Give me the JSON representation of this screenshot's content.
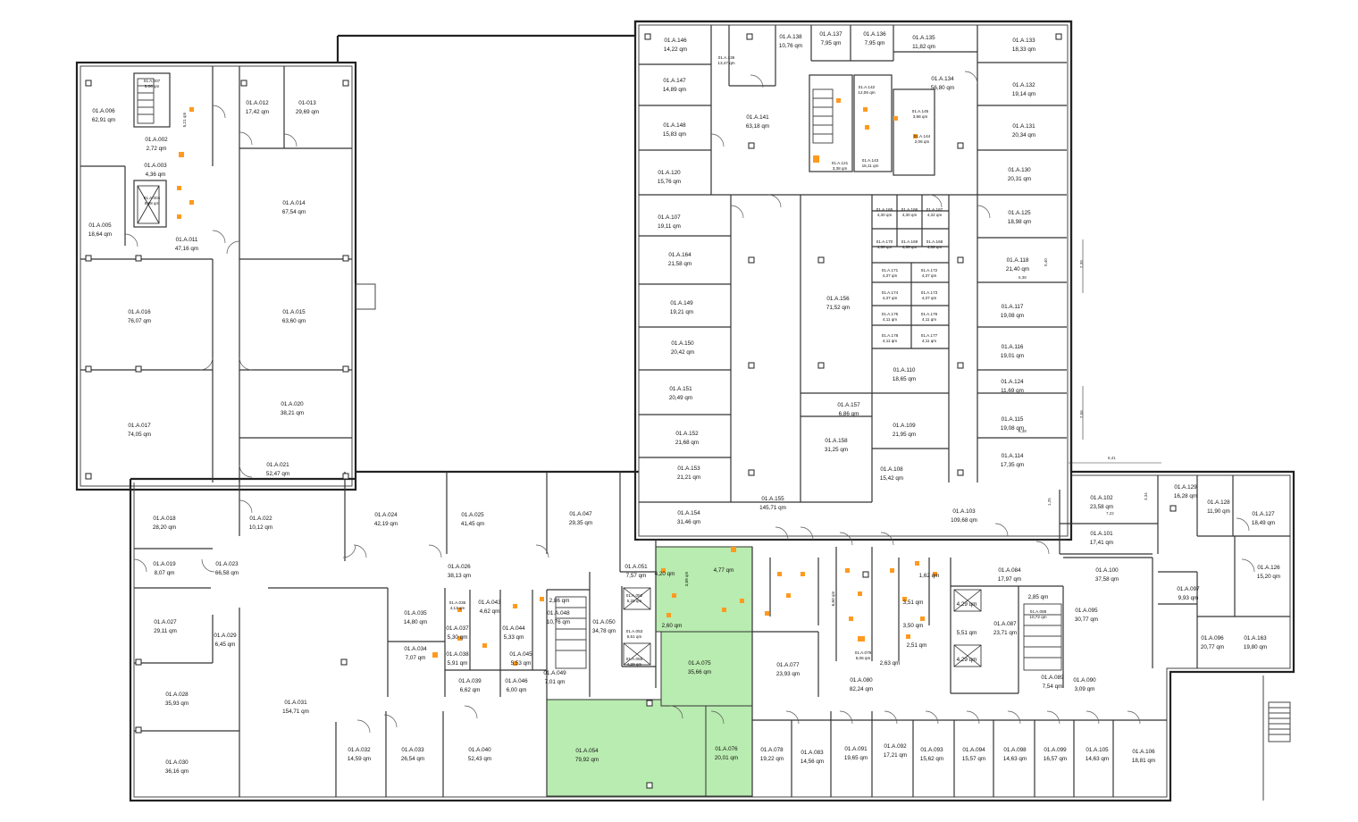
{
  "plan": {
    "rooms": [
      {
        "id": "01.A.006",
        "area": "62,91 qm"
      },
      {
        "id": "01.A.007",
        "area": "5,06 qm"
      },
      {
        "id": "01.A.002",
        "area": "2,72 qm"
      },
      {
        "id": "01.A.003",
        "area": "4,36 qm"
      },
      {
        "id": "01.A.004",
        "area": "5,68 qm"
      },
      {
        "id": "01.A.005",
        "area": "18,64 qm"
      },
      {
        "id": "01.A.011",
        "area": "47,16 qm"
      },
      {
        "id": "01.A.012",
        "area": "17,42 qm"
      },
      {
        "id": "01-013",
        "area": "29,69 qm"
      },
      {
        "id": "01.A.014",
        "area": "67,54 qm"
      },
      {
        "id": "01.A.015",
        "area": "63,60 qm"
      },
      {
        "id": "01.A.016",
        "area": "76,07 qm"
      },
      {
        "id": "01.A.017",
        "area": "74,05 qm"
      },
      {
        "id": "01.A.020",
        "area": "38,21 qm"
      },
      {
        "id": "01.A.021",
        "area": "52,47 qm"
      },
      {
        "id": "01.A.018",
        "area": "28,20 qm"
      },
      {
        "id": "01.A.022",
        "area": "10,12 qm"
      },
      {
        "id": "01.A.019",
        "area": "8,07 qm"
      },
      {
        "id": "01.A.023",
        "area": "66,58 qm"
      },
      {
        "id": "01.A.024",
        "area": "42,19 qm"
      },
      {
        "id": "01.A.025",
        "area": "41,45 qm"
      },
      {
        "id": "01.A.047",
        "area": "29,35 qm"
      },
      {
        "id": "01.A.026",
        "area": "38,13 qm"
      },
      {
        "id": "01.A.027",
        "area": "29,11 qm"
      },
      {
        "id": "01.A.029",
        "area": "6,45 qm"
      },
      {
        "id": "01.A.028",
        "area": "35,93 qm"
      },
      {
        "id": "01.A.030",
        "area": "36,16 qm"
      },
      {
        "id": "01.A.031",
        "area": "154,71 qm"
      },
      {
        "id": "01.A.035",
        "area": "14,80 qm"
      },
      {
        "id": "01.A.034",
        "area": "7,07 qm"
      },
      {
        "id": "01.A.036",
        "area": "4,13 qm"
      },
      {
        "id": "01.A.037",
        "area": "5,30 qm"
      },
      {
        "id": "01.A.038",
        "area": "5,91 qm"
      },
      {
        "id": "01.A.043",
        "area": "4,62 qm"
      },
      {
        "id": "01.A.044",
        "area": "5,33 qm"
      },
      {
        "id": "01.A.045",
        "area": "5,53 qm"
      },
      {
        "id": "01.A.039",
        "area": "6,62 qm"
      },
      {
        "id": "01.A.046",
        "area": "6,00 qm"
      },
      {
        "id": "01.A.032",
        "area": "14,59 qm"
      },
      {
        "id": "01.A.033",
        "area": "26,54 qm"
      },
      {
        "id": "01.A.040",
        "area": "52,43 qm"
      },
      {
        "id": "01.A.048",
        "area": "10,76 qm"
      },
      {
        "id": "01.A.049",
        "area": "7,01 qm"
      },
      {
        "id": "01.A.050",
        "area": "34,78 qm"
      },
      {
        "id": "01.A.051",
        "area": "7,57 qm"
      },
      {
        "id": "01.A.052",
        "area": "5,29 qm"
      },
      {
        "id": "01.A.053",
        "area": "5,51 qm"
      },
      {
        "id": "01.A.055",
        "area": "4,29 qm"
      },
      {
        "id": "01.A.054",
        "area": "79,92 qm"
      },
      {
        "id": "01.A.075",
        "area": "35,66 qm"
      },
      {
        "id": "01.A.076",
        "area": "20,01 qm"
      },
      {
        "id": "01.A.077",
        "area": "23,93 qm"
      },
      {
        "id": "01.A.078",
        "area": "19,22 qm"
      },
      {
        "id": "01.A.080",
        "area": "82,24 qm"
      },
      {
        "id": "01.A.079",
        "area": "6,06 qm"
      },
      {
        "id": "01.A.083",
        "area": "14,56 qm"
      },
      {
        "id": "01.A.091",
        "area": "19,65 qm"
      },
      {
        "id": "01.A.092",
        "area": "17,21 qm"
      },
      {
        "id": "01.A.093",
        "area": "15,62 qm"
      },
      {
        "id": "01.A.094",
        "area": "15,57 qm"
      },
      {
        "id": "01.A.098",
        "area": "14,63 qm"
      },
      {
        "id": "01.A.099",
        "area": "16,57 qm"
      },
      {
        "id": "01.A.105",
        "area": "14,63 qm"
      },
      {
        "id": "01.A.106",
        "area": "18,81 qm"
      },
      {
        "id": "01.A.084",
        "area": "17,97 qm"
      },
      {
        "id": "01.A.087",
        "area": "23,71 qm"
      },
      {
        "id": "01.A.088",
        "area": "10,72 qm"
      },
      {
        "id": "01.A.089",
        "area": "7,54 qm"
      },
      {
        "id": "01.A.090",
        "area": "3,09 qm"
      },
      {
        "id": "01.A.095",
        "area": "30,77 qm"
      },
      {
        "id": "01.A.100",
        "area": "37,58 qm"
      },
      {
        "id": "01.A.101",
        "area": "17,41 qm"
      },
      {
        "id": "01.A.102",
        "area": "23,58 qm"
      },
      {
        "id": "01.A.129",
        "area": "16,28 qm"
      },
      {
        "id": "01.A.128",
        "area": "11,90 qm"
      },
      {
        "id": "01.A.127",
        "area": "18,49 qm"
      },
      {
        "id": "01.A.126",
        "area": "15,20 qm"
      },
      {
        "id": "01.A.097",
        "area": "9,93 qm"
      },
      {
        "id": "01.A.096",
        "area": "20,77 qm"
      },
      {
        "id": "01.A.163",
        "area": "19,80 qm"
      },
      {
        "id": "01.A.103",
        "area": "109,68 qm"
      },
      {
        "id": "01.A.155",
        "area": "145,71 qm"
      },
      {
        "id": "01.A.154",
        "area": "31,46 qm"
      },
      {
        "id": "01.A.153",
        "area": "21,21 qm"
      },
      {
        "id": "01.A.152",
        "area": "21,68 qm"
      },
      {
        "id": "01.A.151",
        "area": "20,49 qm"
      },
      {
        "id": "01.A.150",
        "area": "20,42 qm"
      },
      {
        "id": "01.A.149",
        "area": "19,21 qm"
      },
      {
        "id": "01.A.164",
        "area": "21,58 qm"
      },
      {
        "id": "01.A.107",
        "area": "19,11 qm"
      },
      {
        "id": "01.A.120",
        "area": "15,76 qm"
      },
      {
        "id": "01.A.148",
        "area": "15,83 qm"
      },
      {
        "id": "01.A.147",
        "area": "14,89 qm"
      },
      {
        "id": "01.A.146",
        "area": "14,22 qm"
      },
      {
        "id": "01.A.139",
        "area": "13,47 qm"
      },
      {
        "id": "01.A.138",
        "area": "10,76 qm"
      },
      {
        "id": "01.A.137",
        "area": "7,95 qm"
      },
      {
        "id": "01.A.136",
        "area": "7,95 qm"
      },
      {
        "id": "01.A.135",
        "area": "11,82 qm"
      },
      {
        "id": "01.A.133",
        "area": "18,33 qm"
      },
      {
        "id": "01.A.134",
        "area": "56,80 qm"
      },
      {
        "id": "01.A.141",
        "area": "63,18 qm"
      },
      {
        "id": "01.A.142",
        "area": "12,06 qm"
      },
      {
        "id": "01.A.145",
        "area": "3,98 qm"
      },
      {
        "id": "01.A.144",
        "area": "2,06 qm"
      },
      {
        "id": "01.A.143",
        "area": "16,11 qm"
      },
      {
        "id": "01.A.121",
        "area": "3,38 qm"
      },
      {
        "id": "01.A.132",
        "area": "19,14 qm"
      },
      {
        "id": "01.A.131",
        "area": "20,34 qm"
      },
      {
        "id": "01.A.130",
        "area": "20,31 qm"
      },
      {
        "id": "01.A.125",
        "area": "18,98 qm"
      },
      {
        "id": "01.A.118",
        "area": "21,40 qm"
      },
      {
        "id": "01.A.117",
        "area": "19,08 qm"
      },
      {
        "id": "01.A.116",
        "area": "19,01 qm"
      },
      {
        "id": "01.A.124",
        "area": "11,69 qm"
      },
      {
        "id": "01.A.115",
        "area": "19,08 qm"
      },
      {
        "id": "01.A.114",
        "area": "17,35 qm"
      },
      {
        "id": "01.A.156",
        "area": "71,52 qm"
      },
      {
        "id": "01.A.157",
        "area": "6,86 qm"
      },
      {
        "id": "01.A.158",
        "area": "31,25 qm"
      },
      {
        "id": "01.A.110",
        "area": "18,65 qm"
      },
      {
        "id": "01.A.109",
        "area": "21,95 qm"
      },
      {
        "id": "01.A.108",
        "area": "15,42 qm"
      },
      {
        "id": "01.A.165",
        "area": "4,30 qm"
      },
      {
        "id": "01.A.166",
        "area": "4,30 qm"
      },
      {
        "id": "01.A.167",
        "area": "4,32 qm"
      },
      {
        "id": "01.A.170",
        "area": "4,30 qm"
      },
      {
        "id": "01.A.169",
        "area": "4,30 qm"
      },
      {
        "id": "01.A.168",
        "area": "4,32 qm"
      },
      {
        "id": "01.A.171",
        "area": "4,37 qm"
      },
      {
        "id": "01.A.172",
        "area": "4,37 qm"
      },
      {
        "id": "01.A.174",
        "area": "4,37 qm"
      },
      {
        "id": "01.A.173",
        "area": "4,37 qm"
      },
      {
        "id": "01.A.175",
        "area": "4,11 qm"
      },
      {
        "id": "01.A.176",
        "area": "4,11 qm"
      },
      {
        "id": "01.A.178",
        "area": "4,11 qm"
      },
      {
        "id": "01.A.177",
        "area": "4,11 qm"
      }
    ],
    "small_labels": {
      "a008": "5,21 qm",
      "a056": "4,20 qm",
      "a058": "3,89 qm",
      "a057": "4,77 qm",
      "a060": "2,60 qm",
      "a081": "3,51 qm",
      "a082": "3,50 qm",
      "a073": "1,62 qm",
      "a085": "2,51 qm",
      "a086": "2,63 qm",
      "a041": "2,86 qm",
      "a104": "2,85 qm",
      "a068": "6,60 qm",
      "a069": "5,51 qm",
      "a070": "4,29 qm",
      "a071": "4,29 qm"
    },
    "dimensions": {
      "d1": "6,41",
      "d2": "2,39",
      "d3": "2,56",
      "d4": "6,38",
      "d5": "6,38",
      "d6": "0,40",
      "d7": "1,25",
      "d8": "3,34",
      "d9": "7,22"
    },
    "colors": {
      "highlight": "#b9ecb0",
      "fixtures": "#ff9a1f"
    }
  }
}
